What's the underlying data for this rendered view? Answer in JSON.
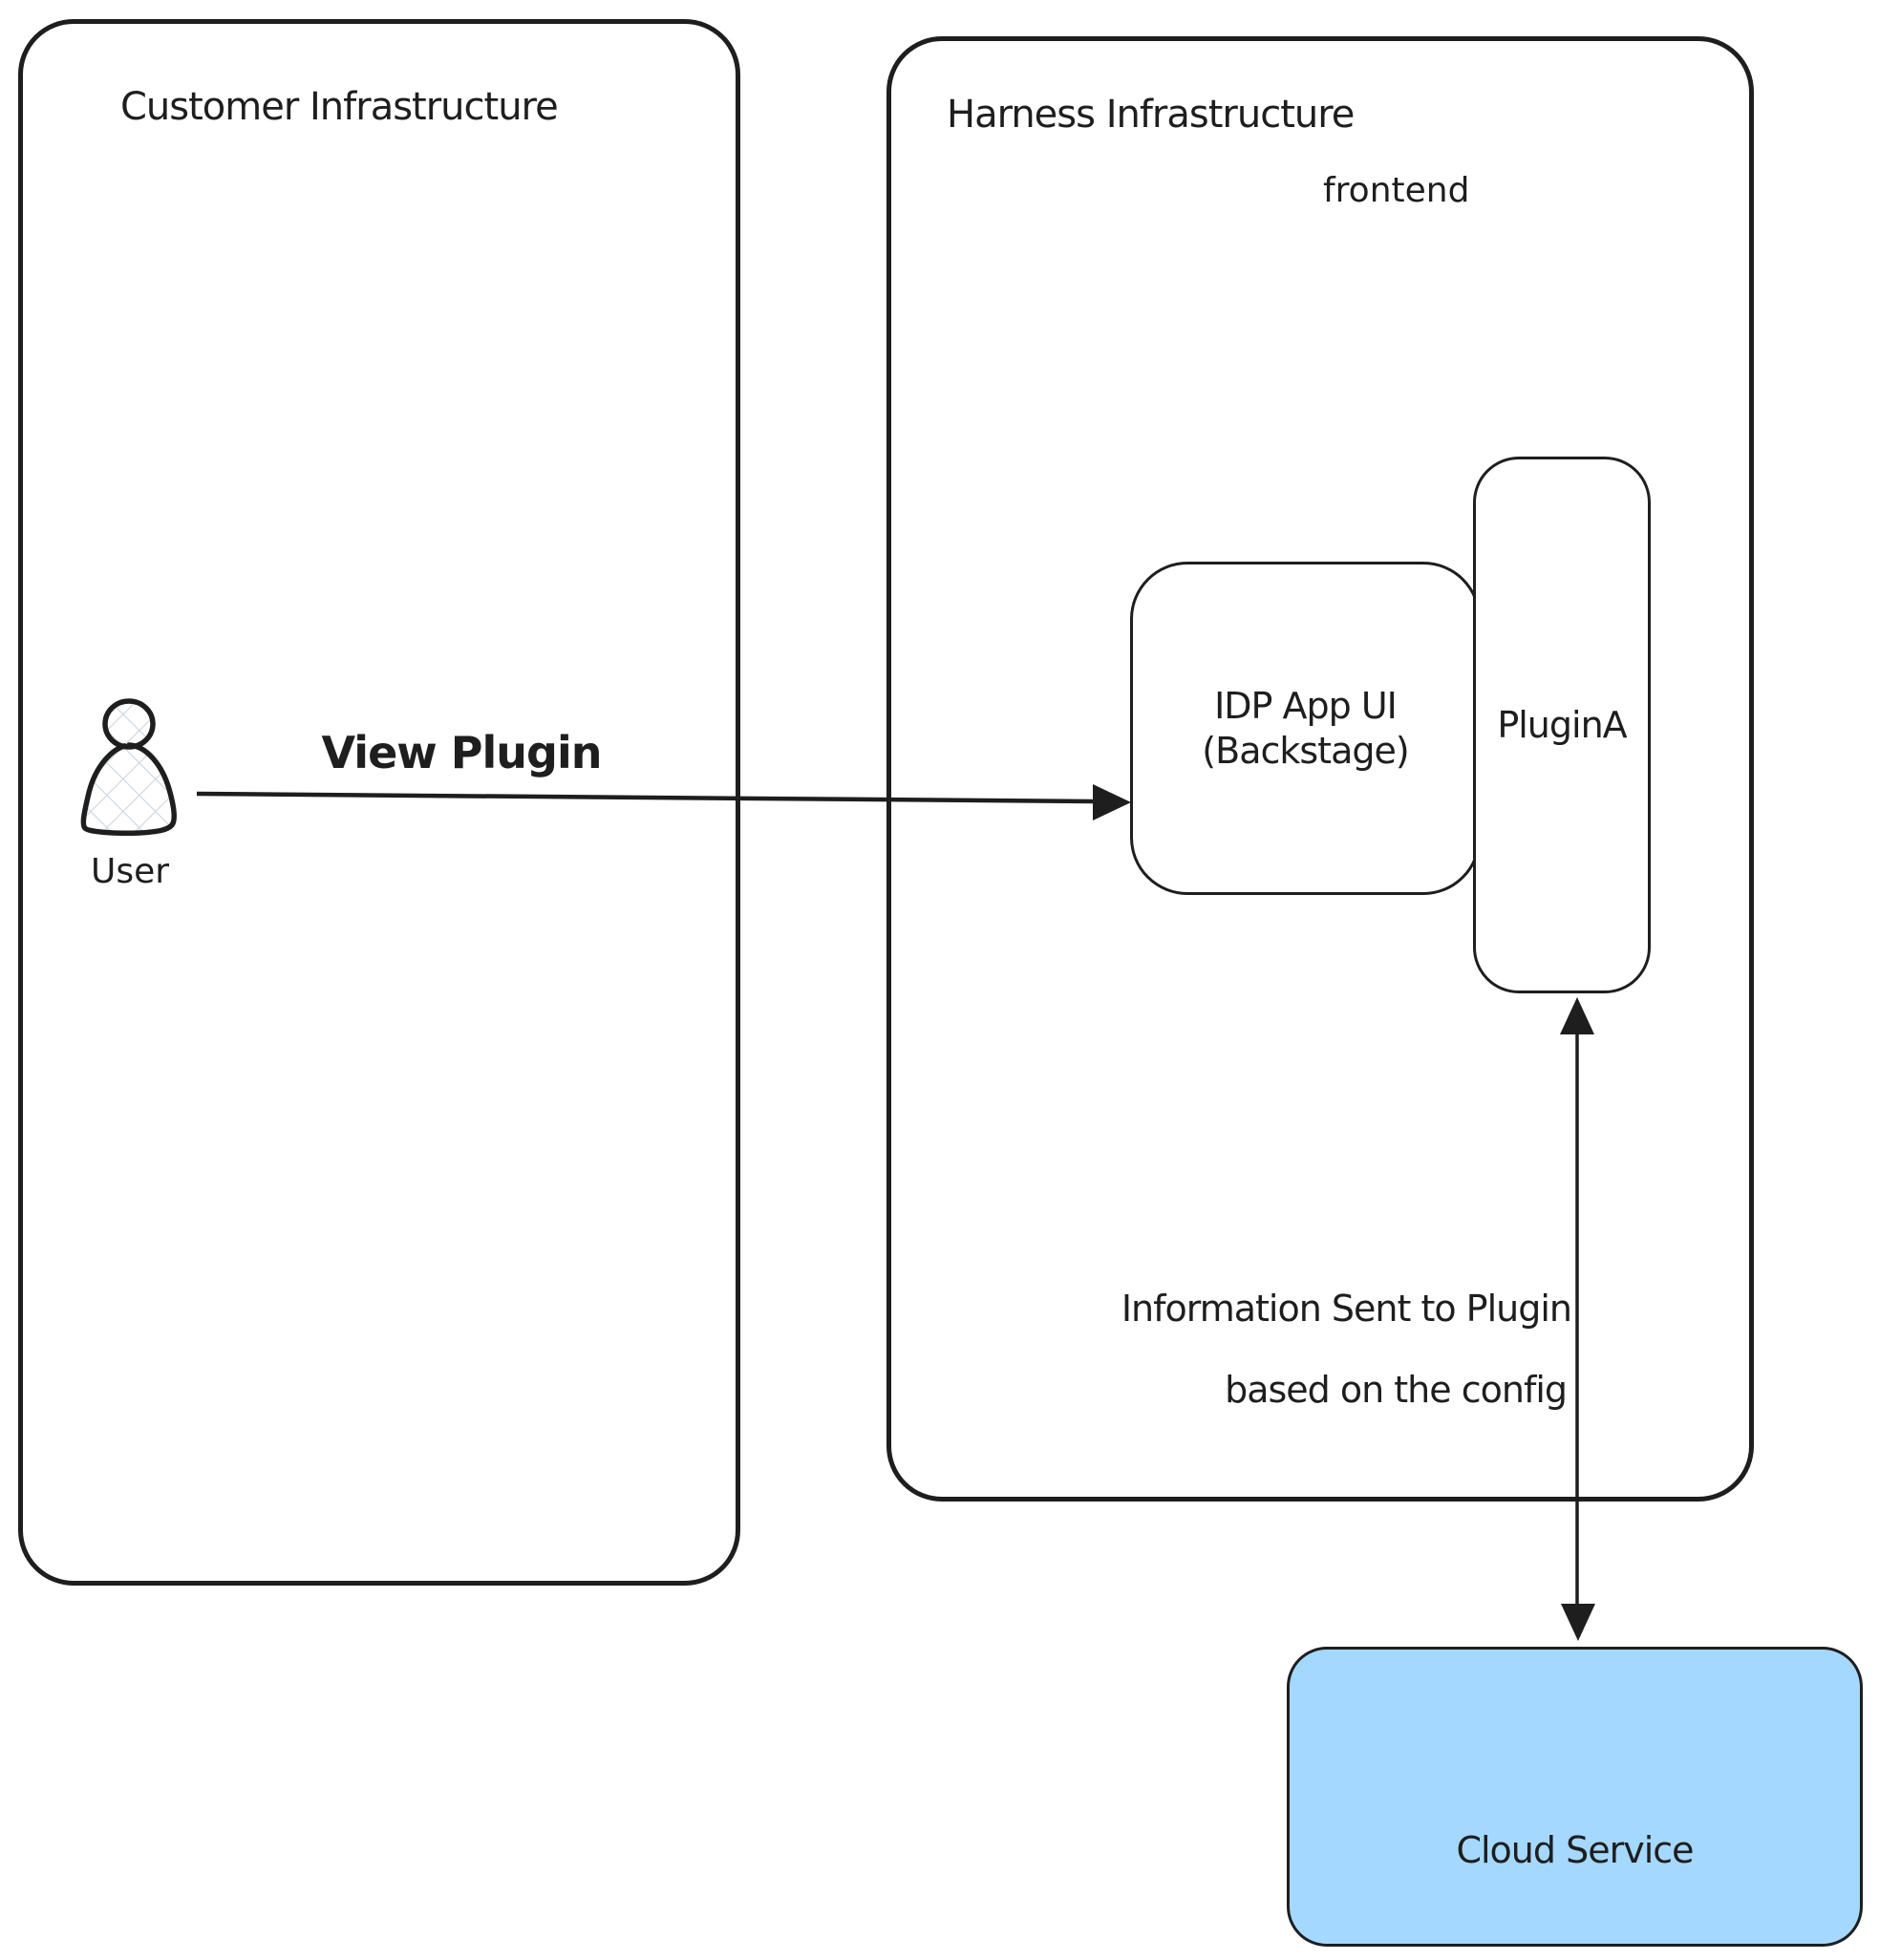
{
  "diagram": {
    "colors": {
      "stroke": "#1e1e1e",
      "cloud_fill": "#a5d8ff",
      "hatch": "#c9d6e2"
    },
    "customer": {
      "title": "Customer Infrastructure"
    },
    "harness": {
      "title": "Harness Infrastructure",
      "frontend_label": "frontend"
    },
    "user": {
      "label": "User"
    },
    "idp": {
      "title_line1": "IDP App UI",
      "title_line2": "(Backstage)"
    },
    "plugin": {
      "label": "PluginA"
    },
    "cloud": {
      "label": "Cloud Service"
    },
    "edges": {
      "view_plugin": {
        "label": "View Plugin"
      },
      "info": {
        "line1": "Information Sent to Plugin",
        "line2": "based on the config"
      }
    }
  }
}
